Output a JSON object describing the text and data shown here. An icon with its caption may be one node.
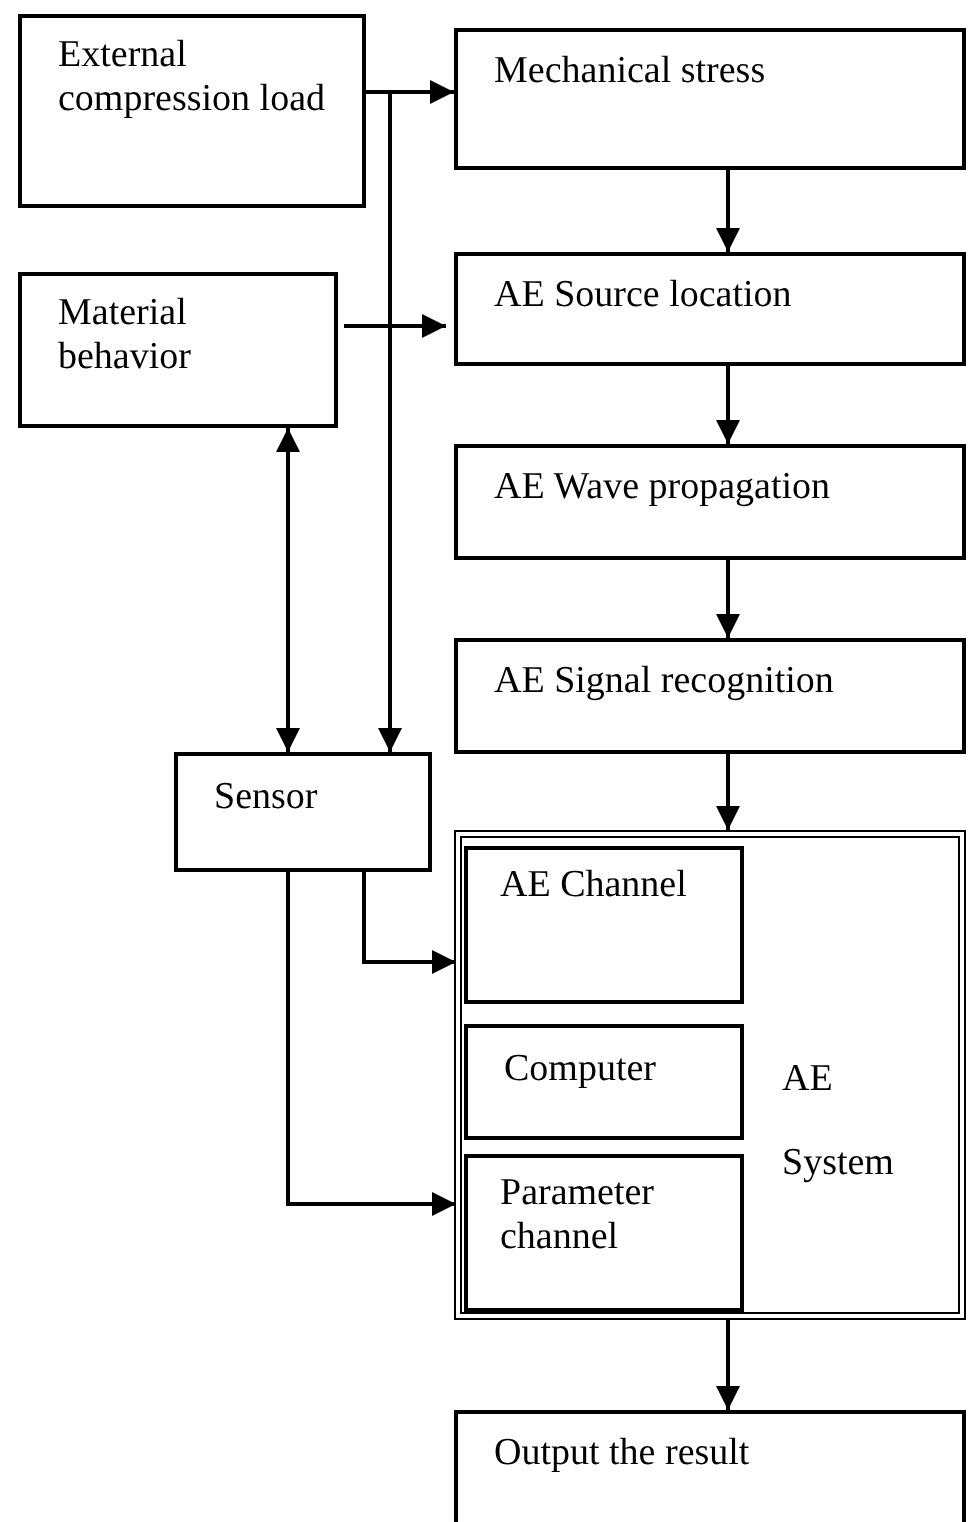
{
  "diagram": {
    "nodes": [
      {
        "text": [
          "External compression load"
        ]
      },
      {
        "text": [
          "Mechanical stress"
        ]
      },
      {
        "text": [
          "Material behavior"
        ]
      },
      {
        "text": [
          "AE Source location"
        ]
      },
      {
        "text": [
          "AE Wave propagation"
        ]
      },
      {
        "text": [
          "AE Signal recognition"
        ]
      },
      {
        "text": [
          "Sensor"
        ]
      },
      {
        "text": [
          "AE System"
        ]
      },
      {
        "text": [
          "AE Channel"
        ],
        "in": 7
      },
      {
        "text": [
          "Computer"
        ],
        "in": 7
      },
      {
        "text": [
          "Parameter channel"
        ],
        "in": 7
      },
      {
        "text": [
          "Output the result"
        ]
      }
    ],
    "edges": [
      {
        "from": 0,
        "to": 1,
        "arrow": "to"
      },
      {
        "from": 0,
        "to": 6,
        "arrow": "to"
      },
      {
        "from": 2,
        "to": 3,
        "arrow": "to"
      },
      {
        "from": 2,
        "to": 6,
        "arrow": "both"
      },
      {
        "from": 1,
        "to": 3,
        "arrow": "to"
      },
      {
        "from": 3,
        "to": 4,
        "arrow": "to"
      },
      {
        "from": 4,
        "to": 5,
        "arrow": "to"
      },
      {
        "from": 5,
        "to": 7,
        "arrow": "to"
      },
      {
        "from": 6,
        "to": 8,
        "arrow": "to"
      },
      {
        "from": 6,
        "to": 10,
        "arrow": "to"
      },
      {
        "from": 7,
        "to": 11,
        "arrow": "to"
      }
    ]
  }
}
